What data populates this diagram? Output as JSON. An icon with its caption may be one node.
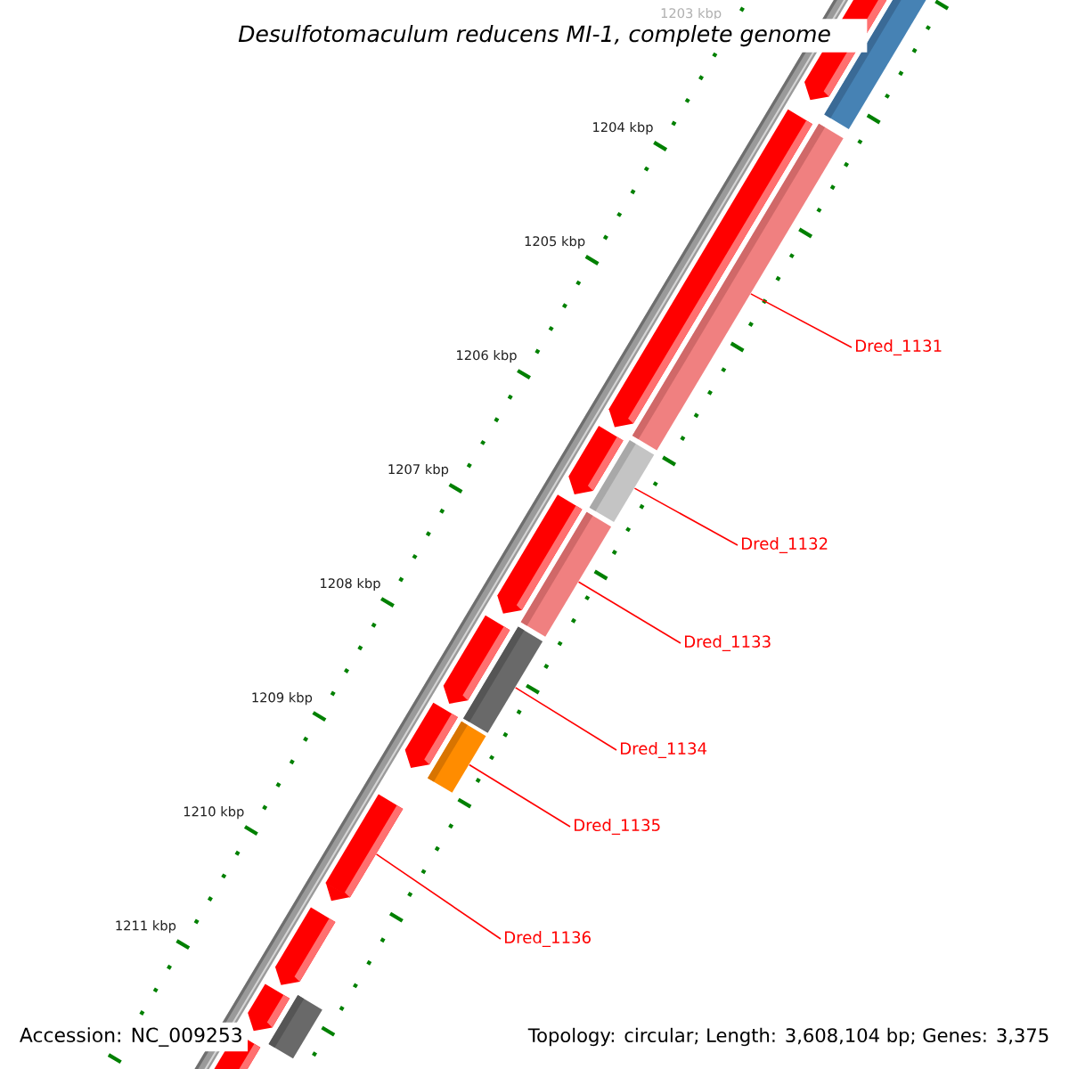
{
  "diagram": {
    "title": "Desulfotomaculum reducens MI-1, complete genome",
    "nodes": [
      {
        "text": [
          "Dred_1131"
        ]
      },
      {
        "text": [
          "Dred_1132"
        ]
      },
      {
        "text": [
          "Dred_1133"
        ]
      },
      {
        "text": [
          "Dred_1134"
        ]
      },
      {
        "text": [
          "Dred_1135"
        ]
      },
      {
        "text": [
          "Dred_1136"
        ]
      },
      {
        "text": [],
        "shape": "bar"
      },
      {
        "text": [],
        "shape": "bar"
      },
      {
        "text": [],
        "shape": "bar"
      },
      {
        "text": [],
        "shape": "bar"
      },
      {
        "text": [],
        "shape": "bar"
      },
      {
        "text": [],
        "shape": "bar"
      }
    ],
    "edges": [
      {
        "from": 0,
        "to": 6,
        "arrow": "none"
      },
      {
        "from": 1,
        "to": 7,
        "arrow": "none"
      },
      {
        "from": 2,
        "to": 8,
        "arrow": "none"
      },
      {
        "from": 3,
        "to": 9,
        "arrow": "none"
      },
      {
        "from": 4,
        "to": 10,
        "arrow": "none"
      },
      {
        "from": 5,
        "to": 11,
        "arrow": "none"
      }
    ],
    "labels": [
      "1203 kbp",
      "1204 kbp",
      "1205 kbp",
      "1206 kbp",
      "1207 kbp",
      "1208 kbp",
      "1209 kbp",
      "1210 kbp",
      "1211 kbp",
      "Accession: NC_009253",
      "Topology: circular; Length: 3,608,104 bp; Genes: 3,375"
    ]
  }
}
